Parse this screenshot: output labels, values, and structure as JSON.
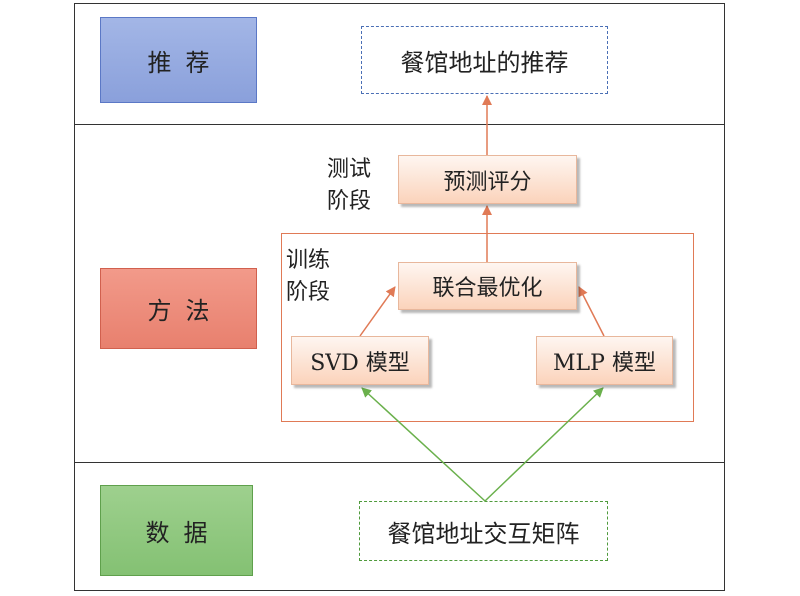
{
  "layers": {
    "recommend": {
      "label": "推荐",
      "output": "餐馆地址的推荐"
    },
    "method": {
      "label": "方法"
    },
    "data": {
      "label": "数据",
      "input": "餐馆地址交互矩阵"
    }
  },
  "stages": {
    "test": {
      "line1": "测试",
      "line2": "阶段"
    },
    "train": {
      "line1": "训练",
      "line2": "阶段"
    }
  },
  "nodes": {
    "prediction": "预测评分",
    "joint_optimization": "联合最优化",
    "svd_model": "SVD 模型",
    "mlp_model": "MLP 模型"
  },
  "colors": {
    "recommend_fill": "#8ea3dd",
    "method_fill": "#ec8a78",
    "data_fill": "#8ec87d",
    "arrow_orange": "#e07a56",
    "arrow_green": "#6ab04c",
    "node_fill": "#fbd3bb"
  }
}
